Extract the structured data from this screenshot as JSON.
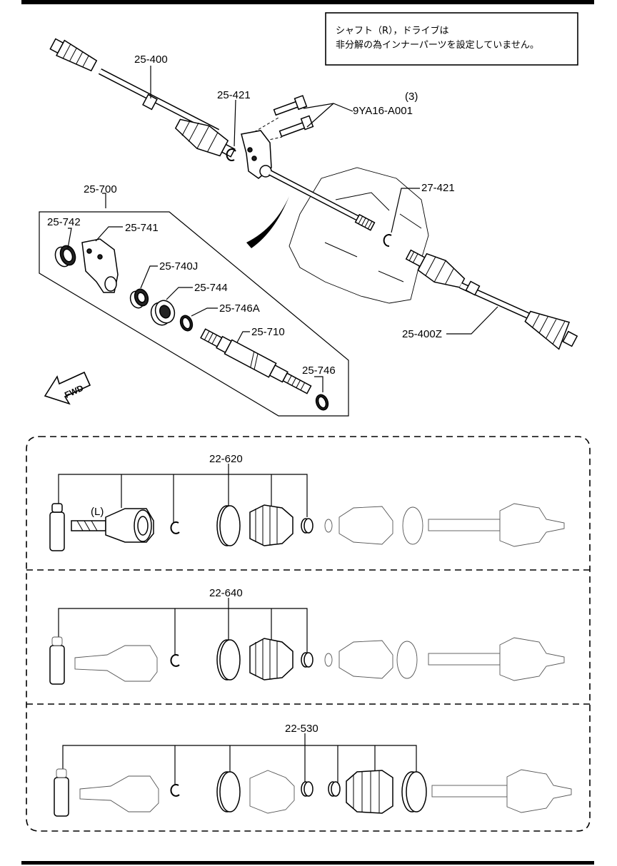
{
  "note": {
    "line1": "シャフト（R），ドライブは",
    "line2": "非分解の為インナーパーツを設定していません。"
  },
  "labels": {
    "p25_400": "25-400",
    "p25_421": "25-421",
    "p9ya16_qty": "(3)",
    "p9ya16": "9YA16-A001",
    "p27_421": "27-421",
    "p25_700": "25-700",
    "p25_742": "25-742",
    "p25_741": "25-741",
    "p25_740j": "25-740J",
    "p25_744": "25-744",
    "p25_746a": "25-746A",
    "p25_710": "25-710",
    "p25_746": "25-746",
    "p25_400z": "25-400Z",
    "fwd": "FWD",
    "p22_620": "22-620",
    "side_l": "(L)",
    "p22_640": "22-640",
    "p22_530": "22-530"
  },
  "icons": {
    "forward_arrow": "fwd-arrow-icon"
  }
}
